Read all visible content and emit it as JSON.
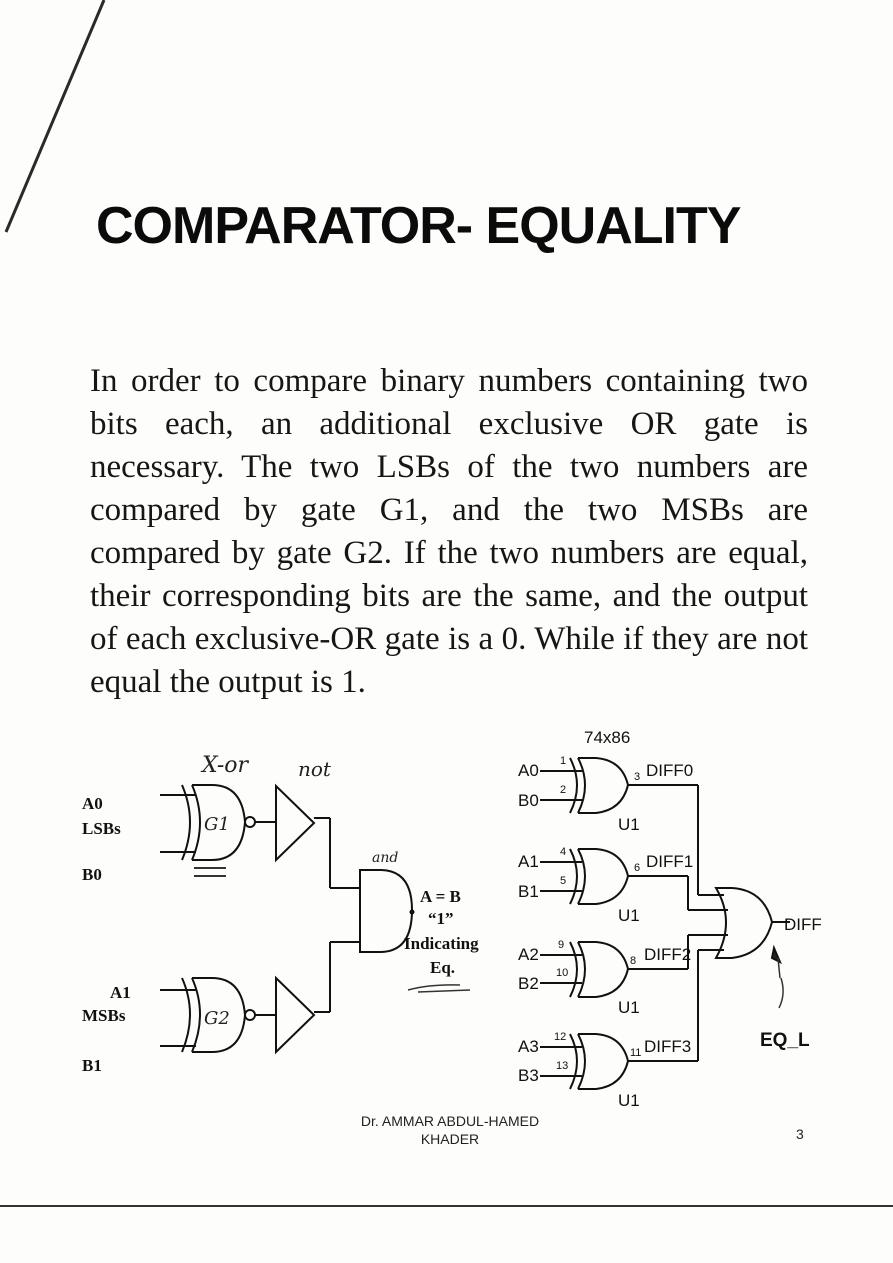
{
  "title": "COMPARATOR- EQUALITY",
  "paragraph": "In order to compare binary numbers containing two bits each, an additional exclusive OR gate is necessary. The two LSBs of the two numbers are compared by gate G1, and the two MSBs are compared by gate G2. If the two numbers are equal, their corresponding bits are the same, and the output of each exclusive-OR gate is a 0. While if they are not equal the output is 1.",
  "left_diagram": {
    "inputs": {
      "a0": "A0",
      "lsbs": "LSBs",
      "b0": "B0",
      "a1": "A1",
      "msbs": "MSBs",
      "b1": "B1"
    },
    "gates": {
      "g1": "G1",
      "g2": "G2"
    },
    "output": {
      "line1": "A = B",
      "line2": "“1”",
      "line3": "Indicating",
      "line4": "Eq."
    },
    "handwritten": {
      "xor": "X-or",
      "not": "not",
      "and": "and"
    }
  },
  "right_diagram": {
    "chip": "74x86",
    "unit": "U1",
    "rows": [
      {
        "a": "A0",
        "b": "B0",
        "pin_a": "1",
        "pin_b": "2",
        "pin_out": "3",
        "out": "DIFF0"
      },
      {
        "a": "A1",
        "b": "B1",
        "pin_a": "4",
        "pin_b": "5",
        "pin_out": "6",
        "out": "DIFF1"
      },
      {
        "a": "A2",
        "b": "B2",
        "pin_a": "9",
        "pin_b": "10",
        "pin_out": "8",
        "out": "DIFF2"
      },
      {
        "a": "A3",
        "b": "B3",
        "pin_a": "12",
        "pin_b": "13",
        "pin_out": "11",
        "out": "DIFF3"
      }
    ],
    "or_output": "DIFF",
    "annotation": "EQ_L"
  },
  "footer": {
    "author_line1": "Dr. AMMAR ABDUL-HAMED",
    "author_line2": "KHADER",
    "page_number": "3"
  }
}
